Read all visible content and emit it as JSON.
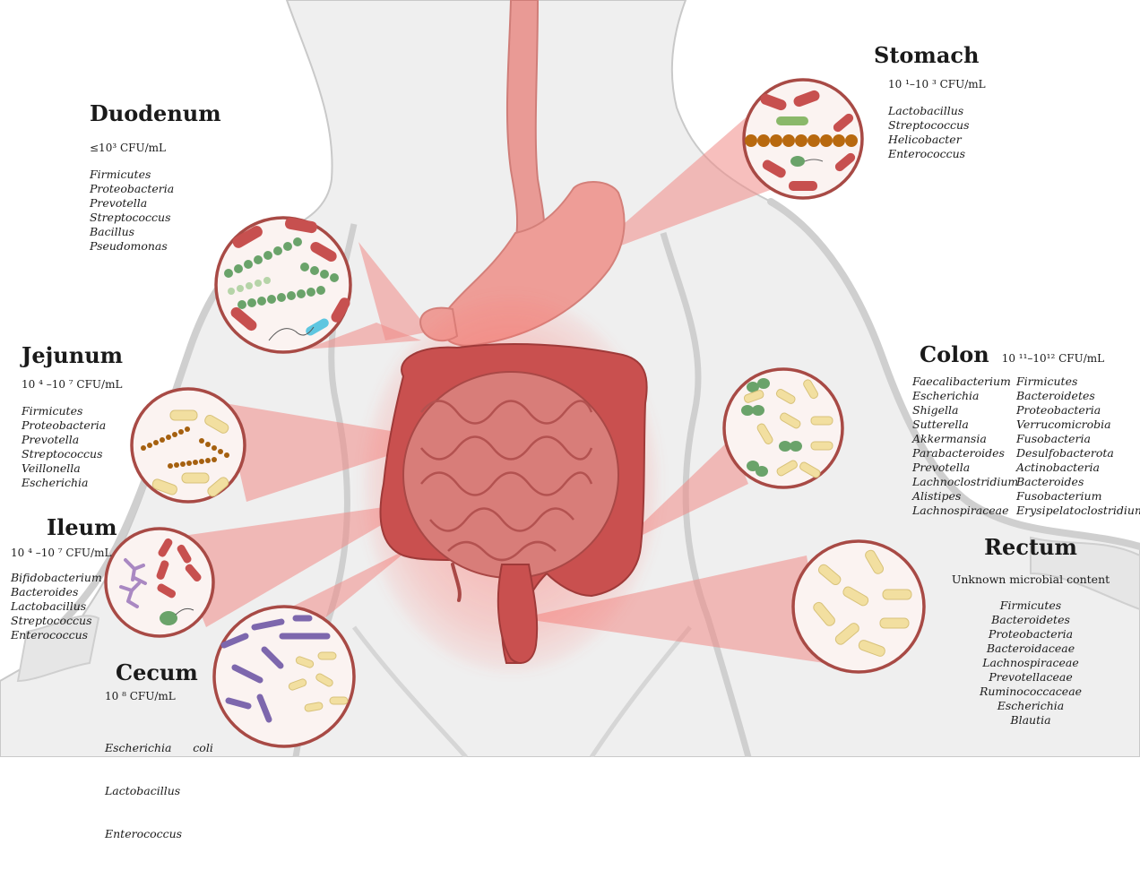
{
  "regions": {
    "stomach": {
      "title": "Stomach",
      "cfu": "10 ¹–10 ³ CFU/mL",
      "taxa": [
        "Lactobacillus",
        "Streptococcus",
        "Helicobacter",
        "Enterococcus"
      ]
    },
    "duodenum": {
      "title": "Duodenum",
      "cfu": "≤10³  CFU/mL",
      "taxa": [
        "Firmicutes",
        "Proteobacteria",
        "Prevotella",
        "Streptococcus",
        "Bacillus",
        "Pseudomonas"
      ]
    },
    "jejunum": {
      "title": "Jejunum",
      "cfu": "10 ⁴ –10 ⁷ CFU/mL",
      "taxa": [
        "Firmicutes",
        "Proteobacteria",
        "Prevotella",
        "Streptococcus",
        "Veillonella",
        "Escherichia"
      ]
    },
    "ileum": {
      "title": "Ileum",
      "cfu": "10 ⁴ –10 ⁷ CFU/mL",
      "taxa": [
        "Bifidobacterium",
        "Bacteroides",
        "Lactobacillus",
        "Streptococcus",
        "Enterococcus"
      ]
    },
    "cecum": {
      "title": "Cecum",
      "cfu": "10 ⁸  CFU/mL",
      "taxa": [
        "Escherichia      coli",
        "Lactobacillus",
        "Enterococcus"
      ]
    },
    "colon": {
      "title": "Colon",
      "cfu": "10 ¹¹–10¹²  CFU/mL",
      "taxa_left": [
        "Faecalibacterium",
        "Escherichia",
        "Shigella",
        "Sutterella",
        "Akkermansia",
        "Parabacteroides",
        "Prevotella",
        "Lachnoclostridium",
        "Alistipes",
        "Lachnospiraceae"
      ],
      "taxa_right": [
        "Firmicutes",
        "Bacteroidetes",
        "Proteobacteria",
        "Verrucomicrobia",
        "Fusobacteria",
        "Desulfobacterota",
        "Actinobacteria",
        "Bacteroides",
        "Fusobacterium",
        "Erysipelatoclostridium"
      ]
    },
    "rectum": {
      "title": "Rectum",
      "note": "Unknown microbial content",
      "taxa": [
        "Firmicutes",
        "Bacteroidetes",
        "Proteobacteria",
        "Bacteroidaceae",
        "Lachnospiraceae",
        "Prevotellaceae",
        "Ruminococcaceae",
        "Escherichia",
        "Blautia"
      ]
    }
  },
  "colors": {
    "body_fill": "#ededed",
    "body_stroke": "#c8c8c8",
    "organ_red": "#c9504f",
    "organ_dark": "#a53a3a",
    "stomach_pink": "#e99a95",
    "beam": "#f08a86",
    "circle_stroke": "#a84a45",
    "circle_fill": "#fbf3f1"
  }
}
